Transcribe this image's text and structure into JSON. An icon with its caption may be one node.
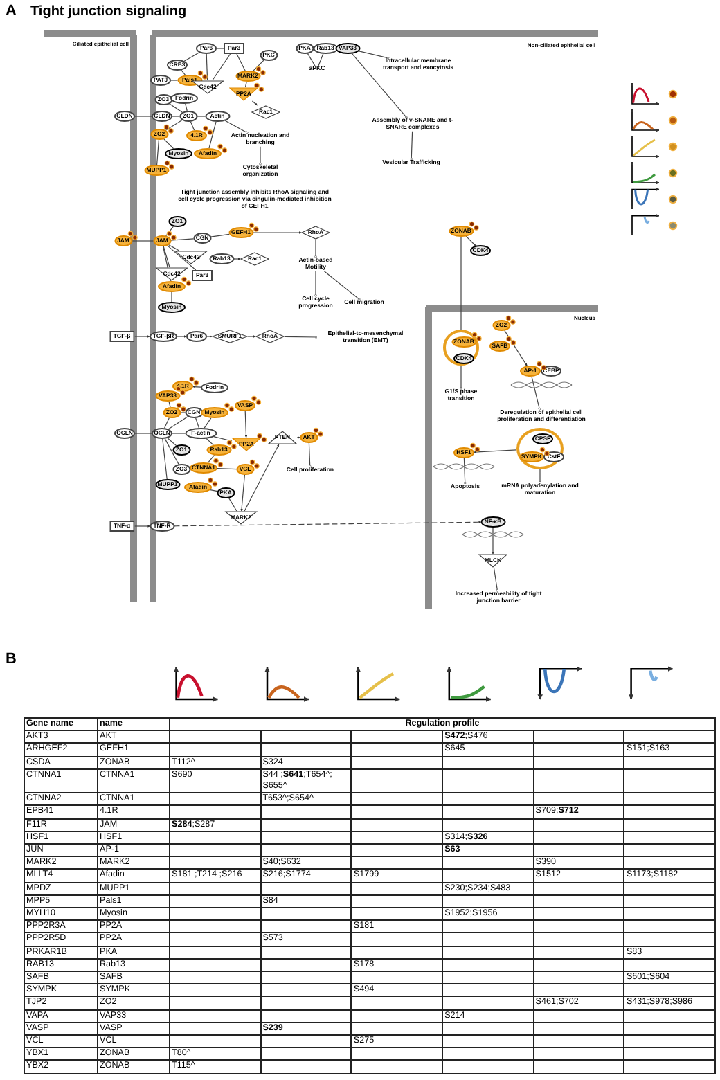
{
  "diagram": {
    "title": "Tight junction signaling",
    "nodes": [
      {
        "text": [
          "Par6"
        ]
      },
      {
        "text": [
          "Par3"
        ]
      },
      {
        "text": [
          "CRB3"
        ]
      },
      {
        "text": [
          "PATJ"
        ]
      },
      {
        "text": [
          "Pals1"
        ]
      },
      {
        "text": [
          "Cdc42"
        ]
      },
      {
        "text": [
          "PKC"
        ]
      },
      {
        "text": [
          "MARK2"
        ]
      },
      {
        "text": [
          "PP2A"
        ]
      },
      {
        "text": [
          "Rac1"
        ]
      },
      {
        "text": [
          "ZO3"
        ]
      },
      {
        "text": [
          "Fodrin"
        ]
      },
      {
        "text": [
          "CLDN"
        ]
      },
      {
        "text": [
          "CLDN"
        ]
      },
      {
        "text": [
          "ZO1"
        ]
      },
      {
        "text": [
          "Actin"
        ]
      },
      {
        "text": [
          "ZO2"
        ]
      },
      {
        "text": [
          "4.1R"
        ]
      },
      {
        "text": [
          "Myosin"
        ]
      },
      {
        "text": [
          "Afadin"
        ]
      },
      {
        "text": [
          "MUPP1"
        ]
      },
      {
        "text": [
          "Actin nucleation and branching"
        ]
      },
      {
        "text": [
          "Cytoskeletal organization"
        ]
      },
      {
        "text": [
          "PKA"
        ]
      },
      {
        "text": [
          "Rab13"
        ]
      },
      {
        "text": [
          "VAP33"
        ]
      },
      {
        "text": [
          "aPKC"
        ]
      },
      {
        "text": [
          "Intracellular membrane transport and exocytosis"
        ]
      },
      {
        "text": [
          "Assembly of v-SNARE and t-SNARE complexes"
        ]
      },
      {
        "text": [
          "Vesicular Trafficking"
        ]
      },
      {
        "text": [
          "JAM"
        ]
      },
      {
        "text": [
          "JAM"
        ]
      },
      {
        "text": [
          "ZO1"
        ]
      },
      {
        "text": [
          "CGN"
        ]
      },
      {
        "text": [
          "Cdc42"
        ]
      },
      {
        "text": [
          "GEFH1"
        ]
      },
      {
        "text": [
          "RhoA"
        ]
      },
      {
        "text": [
          "Rab13"
        ]
      },
      {
        "text": [
          "Rac1"
        ]
      },
      {
        "text": [
          "Par3"
        ]
      },
      {
        "text": [
          "Cdc42"
        ]
      },
      {
        "text": [
          "Afadin"
        ]
      },
      {
        "text": [
          "Myosin"
        ]
      },
      {
        "text": [
          "Actin-based Motility"
        ]
      },
      {
        "text": [
          "Cell cycle progression"
        ]
      },
      {
        "text": [
          "Cell migration"
        ]
      },
      {
        "text": [
          "TGF-β"
        ]
      },
      {
        "text": [
          "TGF-βR"
        ]
      },
      {
        "text": [
          "Par6"
        ]
      },
      {
        "text": [
          "SMURF1"
        ]
      },
      {
        "text": [
          "RhoA"
        ]
      },
      {
        "text": [
          "Epithelial-to-mesenchymal transition (EMT)"
        ]
      },
      {
        "text": [
          "VAP33"
        ]
      },
      {
        "text": [
          "4.1R"
        ]
      },
      {
        "text": [
          "Fodrin"
        ]
      },
      {
        "text": [
          "ZO2"
        ]
      },
      {
        "text": [
          "CGN"
        ]
      },
      {
        "text": [
          "Myosin"
        ]
      },
      {
        "text": [
          "VASP"
        ]
      },
      {
        "text": [
          "OCLN"
        ]
      },
      {
        "text": [
          "OCLN"
        ]
      },
      {
        "text": [
          "F-actin"
        ]
      },
      {
        "text": [
          "PP2A"
        ]
      },
      {
        "text": [
          "ZO1"
        ]
      },
      {
        "text": [
          "Rab13"
        ]
      },
      {
        "text": [
          "ZO3"
        ]
      },
      {
        "text": [
          "CTNNA1"
        ]
      },
      {
        "text": [
          "VCL"
        ]
      },
      {
        "text": [
          "MUPP1"
        ]
      },
      {
        "text": [
          "Afadin"
        ]
      },
      {
        "text": [
          "PKA"
        ]
      },
      {
        "text": [
          "MARK2"
        ]
      },
      {
        "text": [
          "PTEN"
        ]
      },
      {
        "text": [
          "AKT"
        ]
      },
      {
        "text": [
          "Cell proliferation"
        ]
      },
      {
        "text": [
          "TNF-α"
        ]
      },
      {
        "text": [
          "TNF-R"
        ]
      },
      {
        "text": [
          "NF-κB"
        ]
      },
      {
        "text": [
          "MLCK"
        ]
      },
      {
        "text": [
          "Increased permeability of tight junction barrier"
        ]
      },
      {
        "text": [
          "ZONAB"
        ]
      },
      {
        "text": [
          "CDK4"
        ]
      },
      {
        "text": [],
        "shape": "circle"
      },
      {
        "text": [
          "ZONAB"
        ],
        "in": 82
      },
      {
        "text": [
          "CDK4"
        ],
        "in": 82
      },
      {
        "text": [
          "G1/S phase transition"
        ]
      },
      {
        "text": [
          "ZO2"
        ]
      },
      {
        "text": [
          "SAFB"
        ]
      },
      {
        "text": [
          "AP-1"
        ]
      },
      {
        "text": [
          "CEBP"
        ]
      },
      {
        "text": [
          "Deregulation of epithelial cell proliferation and differentiation"
        ]
      },
      {
        "text": [
          "HSF1"
        ]
      },
      {
        "text": [
          "Apoptosis"
        ]
      },
      {
        "text": [],
        "shape": "circle"
      },
      {
        "text": [
          "CPSF"
        ],
        "in": 93
      },
      {
        "text": [
          "SYMPK"
        ],
        "in": 93
      },
      {
        "text": [
          "CstF"
        ],
        "in": 93
      },
      {
        "text": [
          "mRNA polyadenylation and maturation"
        ]
      }
    ],
    "edges": [
      {
        "from": 0,
        "to": 1,
        "arrow": "none"
      },
      {
        "from": 0,
        "to": 2,
        "arrow": "none"
      },
      {
        "from": 0,
        "to": 5,
        "arrow": "none"
      },
      {
        "from": 1,
        "to": 5,
        "arrow": "none"
      },
      {
        "from": 1,
        "to": 7,
        "arrow": "none"
      },
      {
        "from": 2,
        "to": 4,
        "arrow": "none"
      },
      {
        "from": 3,
        "to": 4,
        "arrow": "none"
      },
      {
        "from": 6,
        "to": 7,
        "arrow": "none"
      },
      {
        "from": 7,
        "to": 8,
        "arrow": "none"
      },
      {
        "from": 8,
        "to": 9,
        "arrow": "to"
      },
      {
        "from": 10,
        "to": 14,
        "arrow": "none"
      },
      {
        "from": 11,
        "to": 14,
        "arrow": "none"
      },
      {
        "from": 12,
        "to": 13,
        "arrow": "none"
      },
      {
        "from": 13,
        "to": 14,
        "arrow": "none"
      },
      {
        "from": 14,
        "to": 15,
        "arrow": "none"
      },
      {
        "from": 14,
        "to": 16,
        "arrow": "none"
      },
      {
        "from": 14,
        "to": 17,
        "arrow": "none"
      },
      {
        "from": 16,
        "to": 18,
        "arrow": "none"
      },
      {
        "from": 15,
        "to": 19,
        "arrow": "none"
      },
      {
        "from": 16,
        "to": 20,
        "arrow": "none"
      },
      {
        "from": 15,
        "to": 21,
        "arrow": "other"
      },
      {
        "from": 21,
        "to": 22,
        "arrow": "other"
      },
      {
        "from": 23,
        "to": 26,
        "arrow": "none"
      },
      {
        "from": 24,
        "to": 26,
        "arrow": "none"
      },
      {
        "from": 25,
        "to": 27,
        "arrow": "other"
      },
      {
        "from": 25,
        "to": 28,
        "arrow": "other"
      },
      {
        "from": 28,
        "to": 29,
        "arrow": "other"
      },
      {
        "from": 30,
        "to": 31,
        "arrow": "none"
      },
      {
        "from": 31,
        "to": 32,
        "arrow": "none"
      },
      {
        "from": 31,
        "to": 33,
        "arrow": "none"
      },
      {
        "from": 31,
        "to": 34,
        "arrow": "none"
      },
      {
        "from": 31,
        "to": 39,
        "arrow": "none"
      },
      {
        "from": 31,
        "to": 40,
        "arrow": "none"
      },
      {
        "from": 31,
        "to": 41,
        "arrow": "none"
      },
      {
        "from": 33,
        "to": 35,
        "arrow": "none"
      },
      {
        "from": 35,
        "to": 36,
        "arrow": "to"
      },
      {
        "from": 37,
        "to": 38,
        "arrow": "to"
      },
      {
        "from": 41,
        "to": 42,
        "arrow": "none"
      },
      {
        "from": 36,
        "to": 43,
        "arrow": "other"
      },
      {
        "from": 43,
        "to": 44,
        "arrow": "other"
      },
      {
        "from": 43,
        "to": 45,
        "arrow": "other"
      },
      {
        "from": 46,
        "to": 47,
        "arrow": "to"
      },
      {
        "from": 47,
        "to": 48,
        "arrow": "to"
      },
      {
        "from": 48,
        "to": 49,
        "arrow": "to"
      },
      {
        "from": 49,
        "to": 50,
        "arrow": "to"
      },
      {
        "from": 50,
        "to": 51,
        "arrow": "other"
      },
      {
        "from": 59,
        "to": 60,
        "arrow": "none"
      },
      {
        "from": 60,
        "to": 55,
        "arrow": "none"
      },
      {
        "from": 60,
        "to": 56,
        "arrow": "none"
      },
      {
        "from": 60,
        "to": 61,
        "arrow": "none"
      },
      {
        "from": 60,
        "to": 63,
        "arrow": "none"
      },
      {
        "from": 60,
        "to": 65,
        "arrow": "none"
      },
      {
        "from": 60,
        "to": 68,
        "arrow": "none"
      },
      {
        "from": 52,
        "to": 55,
        "arrow": "none"
      },
      {
        "from": 54,
        "to": 53,
        "arrow": "to"
      },
      {
        "from": 55,
        "to": 56,
        "arrow": "none"
      },
      {
        "from": 56,
        "to": 61,
        "arrow": "none"
      },
      {
        "from": 57,
        "to": 61,
        "arrow": "none"
      },
      {
        "from": 58,
        "to": 62,
        "arrow": "to"
      },
      {
        "from": 61,
        "to": 62,
        "arrow": "none"
      },
      {
        "from": 61,
        "to": 64,
        "arrow": "none"
      },
      {
        "from": 64,
        "to": 66,
        "arrow": "none"
      },
      {
        "from": 66,
        "to": 67,
        "arrow": "none"
      },
      {
        "from": 67,
        "to": 71,
        "arrow": "to"
      },
      {
        "from": 69,
        "to": 70,
        "arrow": "none"
      },
      {
        "from": 70,
        "to": 71,
        "arrow": "none"
      },
      {
        "from": 71,
        "to": 72,
        "arrow": "to"
      },
      {
        "from": 72,
        "to": 73,
        "arrow": "to"
      },
      {
        "from": 73,
        "to": 74,
        "arrow": "other"
      },
      {
        "from": 75,
        "to": 76,
        "arrow": "to"
      },
      {
        "from": 76,
        "to": 77,
        "arrow": "to",
        "style": "dashed"
      },
      {
        "from": 77,
        "to": 78,
        "arrow": "to"
      },
      {
        "from": 78,
        "to": 79,
        "arrow": "other"
      },
      {
        "from": 80,
        "to": 81,
        "arrow": "to"
      },
      {
        "from": 80,
        "to": 82,
        "arrow": "none"
      },
      {
        "from": 82,
        "to": 85,
        "arrow": "other"
      },
      {
        "from": 86,
        "to": 88,
        "arrow": "to"
      },
      {
        "from": 88,
        "to": 90,
        "arrow": "other"
      },
      {
        "from": 93,
        "to": 91,
        "arrow": "to"
      },
      {
        "from": 91,
        "to": 92,
        "arrow": "other"
      },
      {
        "from": 93,
        "to": 97,
        "arrow": "other"
      }
    ],
    "labels": [
      "A",
      "Ciliated epithelial cell",
      "Non-ciliated epithelial cell",
      "Tight junction assembly inhibits RhoA signaling and cell cycle progression via cingulin-mediated inhibition of GEFH1",
      "Nucleus",
      "B",
      "Gene name",
      "name",
      "Regulation profile",
      "AKT3",
      "AKT",
      "**S472**;S476",
      "ARHGEF2",
      "GEFH1",
      "S645",
      "S151;S163",
      "CSDA",
      "ZONAB",
      "T112^",
      "S324",
      "CTNNA1",
      "CTNNA1",
      "S690",
      "S44 ;**S641**;T654^; S655^",
      "CTNNA2",
      "CTNNA1",
      "T653^;S654^",
      "EPB41",
      "4.1R",
      "S709;**S712**",
      "F11R",
      "JAM",
      "**S284**;S287",
      "HSF1",
      "HSF1",
      "S314;**S326**",
      "JUN",
      "AP-1",
      "S63",
      "MARK2",
      "MARK2",
      "S40;S632",
      "S390",
      "MLLT4",
      "Afadin",
      "S181 ;T214 ;S216",
      "S216;S1774",
      "S1799",
      "S1512",
      "S1173;S1182",
      "MPDZ",
      "MUPP1",
      "S230;S234;S483",
      "MPP5",
      "Pals1",
      "S84",
      "MYH10",
      "Myosin",
      "S1952;S1956",
      "PPP2R3A",
      "PP2A",
      "S181",
      "PPP2R5D",
      "PP2A",
      "S573",
      "PRKAR1B",
      "PKA",
      "S83",
      "RAB13",
      "Rab13",
      "S178",
      "SAFB",
      "SAFB",
      "S601;S604",
      "SYMPK",
      "SYMPK",
      "S494",
      "TJP2",
      "ZO2",
      "S461;S702",
      "S431;S978;S986",
      "VAPA",
      "VAP33",
      "S214",
      "VASP",
      "VASP",
      "S239",
      "VCL",
      "VCL",
      "S275",
      "YBX1",
      "ZONAB",
      "T80^",
      "YBX2",
      "ZONAB",
      "T115^"
    ]
  }
}
